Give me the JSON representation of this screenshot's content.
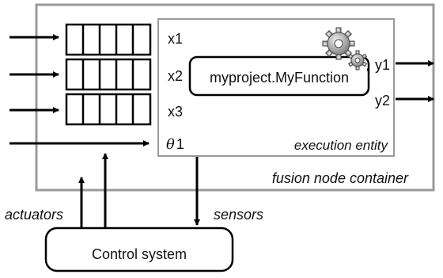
{
  "container": {
    "label": "fusion node container"
  },
  "entity": {
    "label": "execution entity",
    "function_name": "myproject.MyFunction",
    "inputs": [
      "x1",
      "x2",
      "x3"
    ],
    "param_symbol": "θ",
    "param_index": "1",
    "outputs": [
      "y1",
      "y2"
    ],
    "icon": "gears-icon"
  },
  "control": {
    "label": "Control system"
  },
  "links": {
    "actuators": "actuators",
    "sensors": "sensors"
  },
  "colors": {
    "container_stroke": "#9a9a9a",
    "line": "#000000"
  }
}
